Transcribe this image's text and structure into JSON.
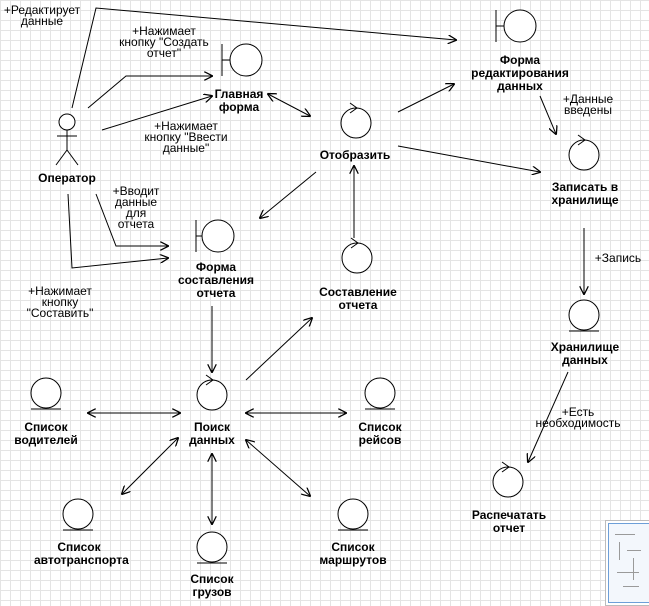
{
  "nodes": {
    "operator": {
      "label": "Оператор",
      "type": "actor"
    },
    "main_form": {
      "label": "Главная форма",
      "type": "boundary"
    },
    "edit_form": {
      "label": "Форма редактирования данных",
      "type": "boundary"
    },
    "report_form": {
      "label": "Форма составления отчета",
      "type": "boundary"
    },
    "display": {
      "label": "Отобразить",
      "type": "control"
    },
    "write_storage": {
      "label": "Записать в хранилище",
      "type": "control"
    },
    "compose_report": {
      "label": "Составление отчета",
      "type": "control"
    },
    "search_data": {
      "label": "Поиск данных",
      "type": "control"
    },
    "data_storage": {
      "label": "Хранилище данных",
      "type": "entity"
    },
    "print": {
      "label": "Распечатать отчет",
      "type": "control"
    },
    "drivers": {
      "label": "Список водителей",
      "type": "entity"
    },
    "trips": {
      "label": "Список рейсов",
      "type": "entity"
    },
    "vehicles": {
      "label": "Список автотранспорта",
      "type": "entity"
    },
    "cargo": {
      "label": "Список грузов",
      "type": "entity"
    },
    "routes": {
      "label": "Список маршрутов",
      "type": "entity"
    }
  },
  "edge_labels": {
    "edits_data": "+Редактирует данные",
    "press_create_report": "+Нажимает кнопку \"Создать отчет\"",
    "press_enter_data": "+Нажимает кнопку \"Ввести данные\"",
    "enters_report_data": "+Вводит данные для отчета",
    "press_compose": "+Нажимает кнопку \"Составить\"",
    "data_entered": "+Данные введены",
    "record": "+Запись",
    "is_needed": "+Есть необходимость"
  },
  "colors": {
    "stroke": "#000000",
    "grid": "#e4e4e4",
    "background": "#ffffff"
  }
}
